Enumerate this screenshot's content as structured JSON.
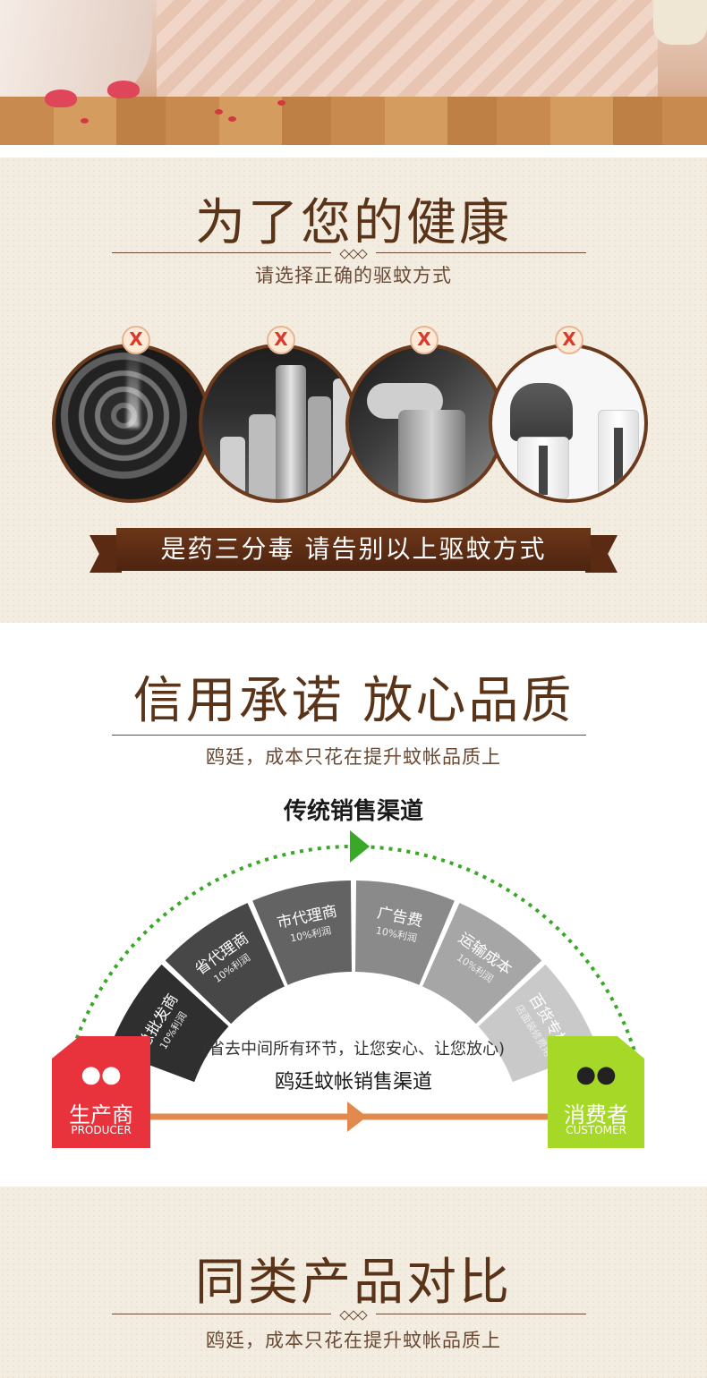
{
  "section_health": {
    "title": "为了您的健康",
    "subtitle": "请选择正确的驱蚊方式",
    "x_mark": "X",
    "items": [
      {
        "name": "mosquito-coil",
        "crossed": true
      },
      {
        "name": "repellent-bottles",
        "crossed": true
      },
      {
        "name": "insect-spray",
        "crossed": true
      },
      {
        "name": "electric-liquid-vaporizer",
        "crossed": true
      }
    ],
    "banner": "是药三分毒 请告别以上驱蚊方式"
  },
  "section_promise": {
    "title": "信用承诺 放心品质",
    "subtitle": "鸥廷，成本只花在提升蚊帐品质上"
  },
  "diagram": {
    "title": "传统销售渠道",
    "segments": [
      {
        "label": "总批发商",
        "sub": "10%利润",
        "color": "#2f2f2f"
      },
      {
        "label": "省代理商",
        "sub": "10%利润",
        "color": "#474747"
      },
      {
        "label": "市代理商",
        "sub": "10%利润",
        "color": "#636363"
      },
      {
        "label": "广告费",
        "sub": "10%利润",
        "color": "#8a8a8a"
      },
      {
        "label": "运输成本",
        "sub": "10%利润",
        "color": "#a6a6a6"
      },
      {
        "label": "百货专柜",
        "sub": "店面装修费用",
        "color": "#c9c9c9"
      }
    ],
    "note": "(省去中间所有环节，让您安心、让您放心)",
    "direct_channel": "鸥廷蚊帐销售渠道",
    "producer": {
      "label": "生产商",
      "en": "PRODUCER",
      "color": "#e8323c"
    },
    "consumer": {
      "label": "消费者",
      "en": "CUSTOMER",
      "color": "#a6d827"
    },
    "arrow_color": "#e28a4e",
    "dotted_color": "#3aa827"
  },
  "section_compare": {
    "title": "同类产品对比",
    "subtitle": "鸥廷，成本只花在提升蚊帐品质上"
  }
}
